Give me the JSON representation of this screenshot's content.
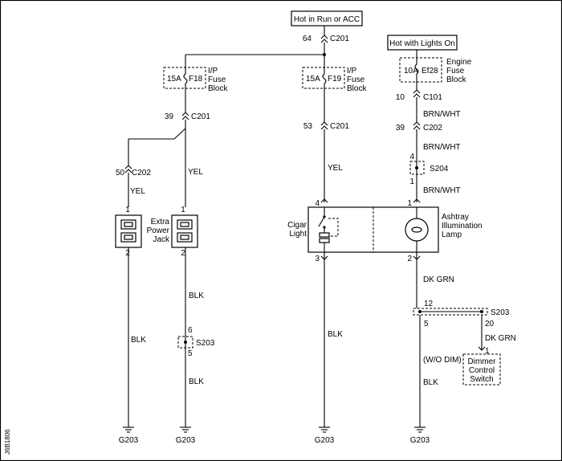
{
  "power": {
    "run_acc": "Hot in Run or ACC",
    "lights_on": "Hot with Lights On"
  },
  "fuses": {
    "f18": {
      "amp": "15A",
      "id": "F18",
      "l1": "I/P",
      "l2": "Fuse",
      "l3": "Block"
    },
    "f19": {
      "amp": "15A",
      "id": "F19",
      "l1": "I/P",
      "l2": "Fuse",
      "l3": "Block"
    },
    "ef28": {
      "amp": "10A",
      "id": "Ef28",
      "l1": "Engine",
      "l2": "Fuse",
      "l3": "Block"
    }
  },
  "connectors": {
    "c201_top": {
      "pin": "64",
      "name": "C201"
    },
    "c201_left": {
      "pin": "39",
      "name": "C201"
    },
    "c201_mid": {
      "pin": "53",
      "name": "C201"
    },
    "c202_left": {
      "pin": "50",
      "name": "C202"
    },
    "c101": {
      "pin": "10",
      "name": "C101"
    },
    "c202_right": {
      "pin": "39",
      "name": "C202"
    }
  },
  "wires": {
    "yel_a": "YEL",
    "yel_b": "YEL",
    "yel_c": "YEL",
    "brnwht_a": "BRN/WHT",
    "brnwht_b": "BRN/WHT",
    "brnwht_c": "BRN/WHT",
    "blk_a": "BLK",
    "blk_b": "BLK",
    "blk_c": "BLK",
    "blk_d": "BLK",
    "blk_e": "BLK",
    "dkgrn_a": "DK GRN",
    "dkgrn_b": "DK GRN"
  },
  "components": {
    "extra_jack": {
      "l1": "Extra",
      "l2": "Power",
      "l3": "Jack"
    },
    "cigar": {
      "l1": "Cigar",
      "l2": "Light"
    },
    "ashtray": {
      "l1": "Ashtray",
      "l2": "Illumination",
      "l3": "Lamp"
    },
    "dimmer": {
      "l1": "Dimmer",
      "l2": "Control",
      "l3": "Switch"
    }
  },
  "pins": {
    "jack_left_top": "1",
    "jack_left_bot": "2",
    "jack_right_top": "1",
    "jack_right_bot": "2",
    "cigar_top": "4",
    "cigar_bot": "3",
    "ash_top": "1",
    "ash_bot": "2",
    "s204_top": "4",
    "s204_bot": "1",
    "s203_left_top": "6",
    "s203_left_bot": "5",
    "s203_r_12": "12",
    "s203_r_5": "5",
    "s203_r_20": "20",
    "dimmer_pin": "1"
  },
  "splices": {
    "s203_left": "S203",
    "s204": "S204",
    "s203_right": "S203"
  },
  "notes": {
    "wo_dim": "(W/O DIM)"
  },
  "grounds": [
    "G203",
    "G203",
    "G203",
    "G203"
  ],
  "figure_id": "J6B1806"
}
